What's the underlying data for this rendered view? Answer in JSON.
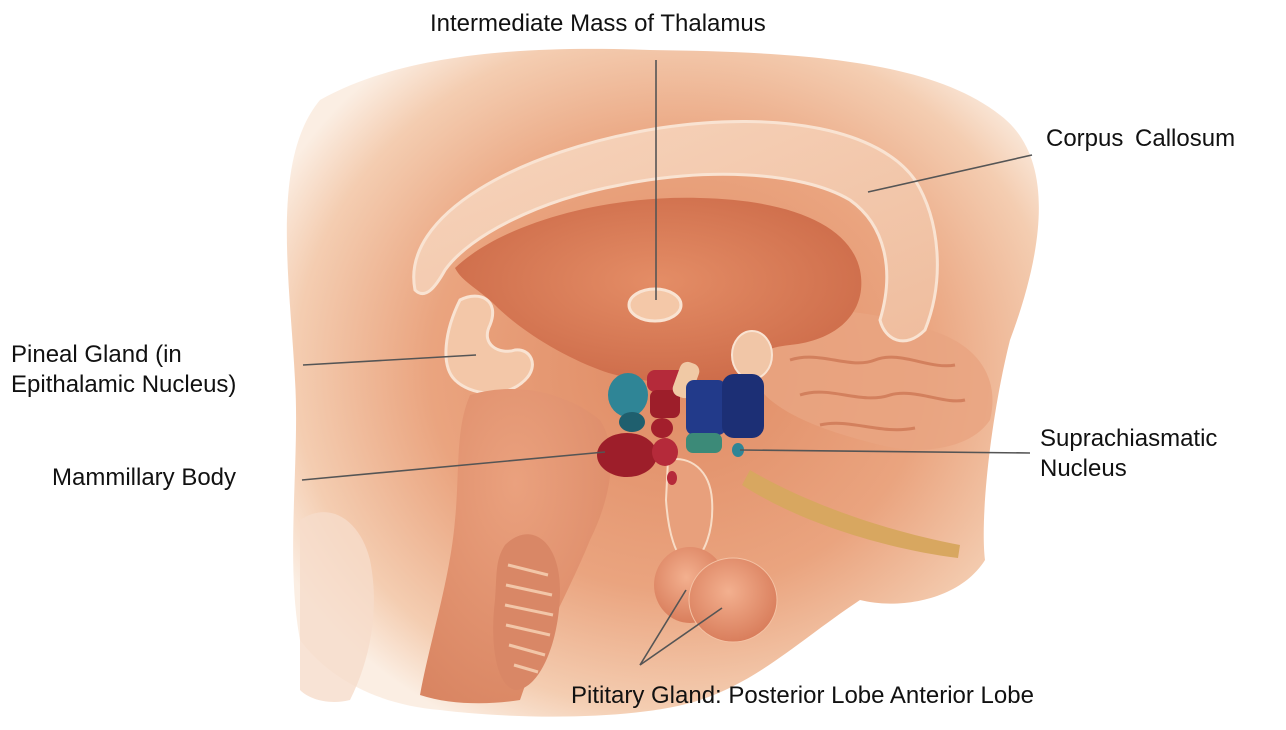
{
  "labels": {
    "intermediate_mass": "Intermediate Mass of Thalamus",
    "corpus_callosum": "Corpus  Callosum",
    "pineal_line1": "Pineal Gland (in",
    "pineal_line2": "Epithalamic Nucleus)",
    "mammillary_body": "Mammillary Body",
    "suprachiasmatic_line1": "Suprachiasmatic",
    "suprachiasmatic_line2": "Nucleus",
    "pituitary": "Pititary Gland: Posterior Lobe Anterior Lobe"
  },
  "colors": {
    "background": "#ffffff",
    "tissue_outer": "#f2c5a6",
    "tissue_mid": "#e59a72",
    "tissue_deep": "#cf6e4c",
    "highlight": "#f8dcc6",
    "leader_line": "#555555",
    "nucleus_blue": "#223a8a",
    "nucleus_teal": "#2f8596",
    "nucleus_red": "#9d1e2a",
    "nucleus_crimson": "#b52a3a",
    "nucleus_green": "#3c8a78",
    "optic_tract": "#d8a760"
  }
}
